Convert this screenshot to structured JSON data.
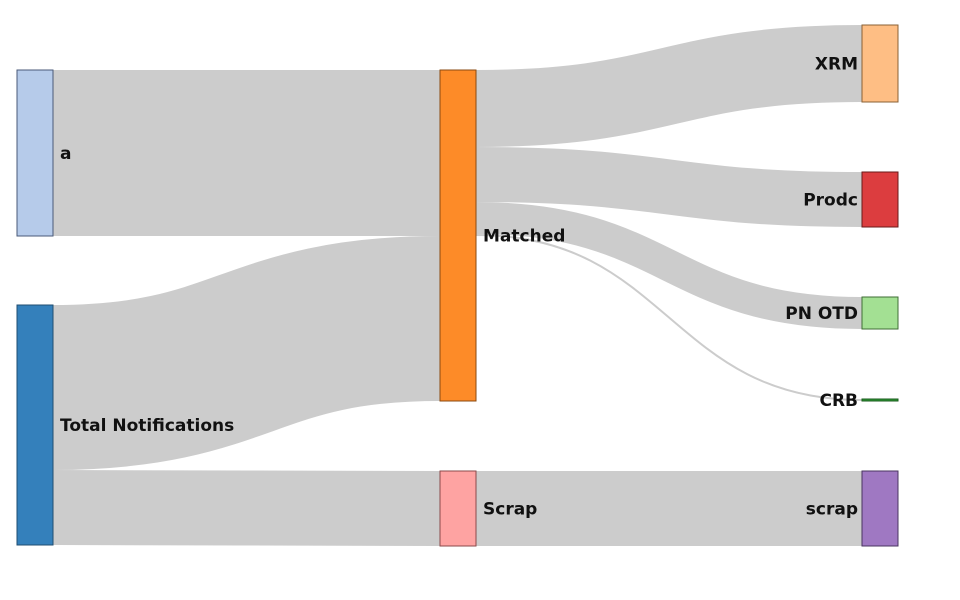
{
  "chart_data": {
    "type": "sankey",
    "title": "",
    "link_color": "#cccccc",
    "nodes": [
      {
        "id": "a",
        "label": "a",
        "column": 0,
        "color": "#b6cbea",
        "border": "#4a5a78"
      },
      {
        "id": "total",
        "label": "Total Notifications",
        "column": 0,
        "color": "#3480bb",
        "border": "#1f4e70"
      },
      {
        "id": "matched",
        "label": "Matched",
        "column": 1,
        "color": "#fd8b28",
        "border": "#8a4a10"
      },
      {
        "id": "scrap_mid",
        "label": "Scrap",
        "column": 1,
        "color": "#fea3a2",
        "border": "#8a4a4a"
      },
      {
        "id": "xrm",
        "label": "XRM",
        "column": 2,
        "color": "#febe84",
        "border": "#8a6035"
      },
      {
        "id": "prodc",
        "label": "Prodc",
        "column": 2,
        "color": "#dc3d3f",
        "border": "#6a1a1a"
      },
      {
        "id": "pnotd",
        "label": "PN OTD",
        "column": 2,
        "color": "#a3e093",
        "border": "#3f6e35"
      },
      {
        "id": "crb",
        "label": "CRB",
        "column": 2,
        "color": "#2e9a35",
        "border": "#1a5a1d"
      },
      {
        "id": "scrap_end",
        "label": "scrap",
        "column": 2,
        "color": "#9f78c2",
        "border": "#4a3560"
      }
    ],
    "links": [
      {
        "source": "a",
        "target": "matched",
        "value": 166
      },
      {
        "source": "total",
        "target": "matched",
        "value": 165
      },
      {
        "source": "total",
        "target": "scrap_mid",
        "value": 75
      },
      {
        "source": "matched",
        "target": "xrm",
        "value": 77
      },
      {
        "source": "matched",
        "target": "prodc",
        "value": 55
      },
      {
        "source": "matched",
        "target": "pnotd",
        "value": 32
      },
      {
        "source": "matched",
        "target": "crb",
        "value": 2
      },
      {
        "source": "scrap_mid",
        "target": "scrap_end",
        "value": 75
      }
    ]
  }
}
